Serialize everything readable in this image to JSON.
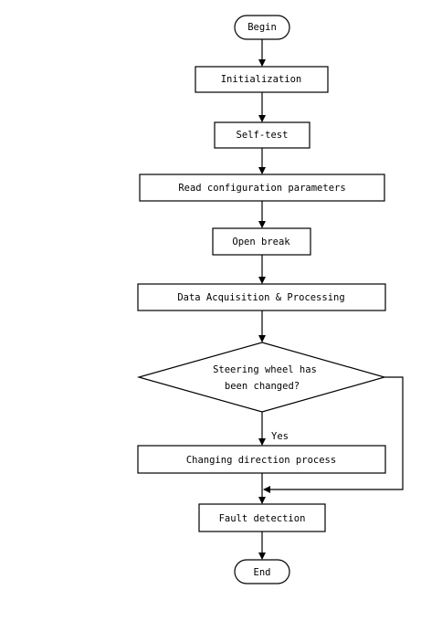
{
  "diagram": {
    "nodes": {
      "begin": "Begin",
      "init": "Initialization",
      "selftest": "Self-test",
      "readconfig": "Read configuration parameters",
      "openbreak": "Open break",
      "daq": "Data Acquisition & Processing",
      "decision_line1": "Steering wheel has",
      "decision_line2": "been changed?",
      "changing": "Changing direction process",
      "fault": "Fault detection",
      "end": "End"
    },
    "edge_labels": {
      "yes": "Yes"
    }
  }
}
